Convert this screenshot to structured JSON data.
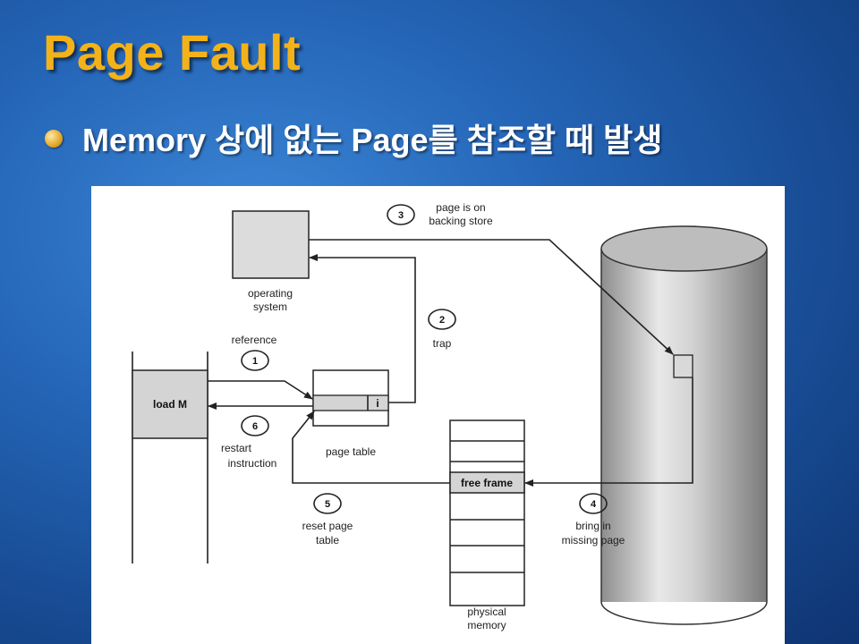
{
  "slide": {
    "title": "Page Fault",
    "bullet": "Memory 상에 없는 Page를 참조할 때 발생"
  },
  "diagram": {
    "os_label_1": "operating",
    "os_label_2": "system",
    "step1_label": "reference",
    "step2_label": "trap",
    "step3_label_1": "page is on",
    "step3_label_2": "backing store",
    "step4_label_1": "bring in",
    "step4_label_2": "missing page",
    "step5_label_1": "reset page",
    "step5_label_2": "table",
    "step6_label_1": "restart",
    "step6_label_2": "instruction",
    "program_cell": "load M",
    "page_table_label": "page table",
    "page_table_bit": "i",
    "free_frame": "free frame",
    "phys_mem_1": "physical",
    "phys_mem_2": "memory",
    "step_numbers": [
      "1",
      "2",
      "3",
      "4",
      "5",
      "6"
    ]
  }
}
